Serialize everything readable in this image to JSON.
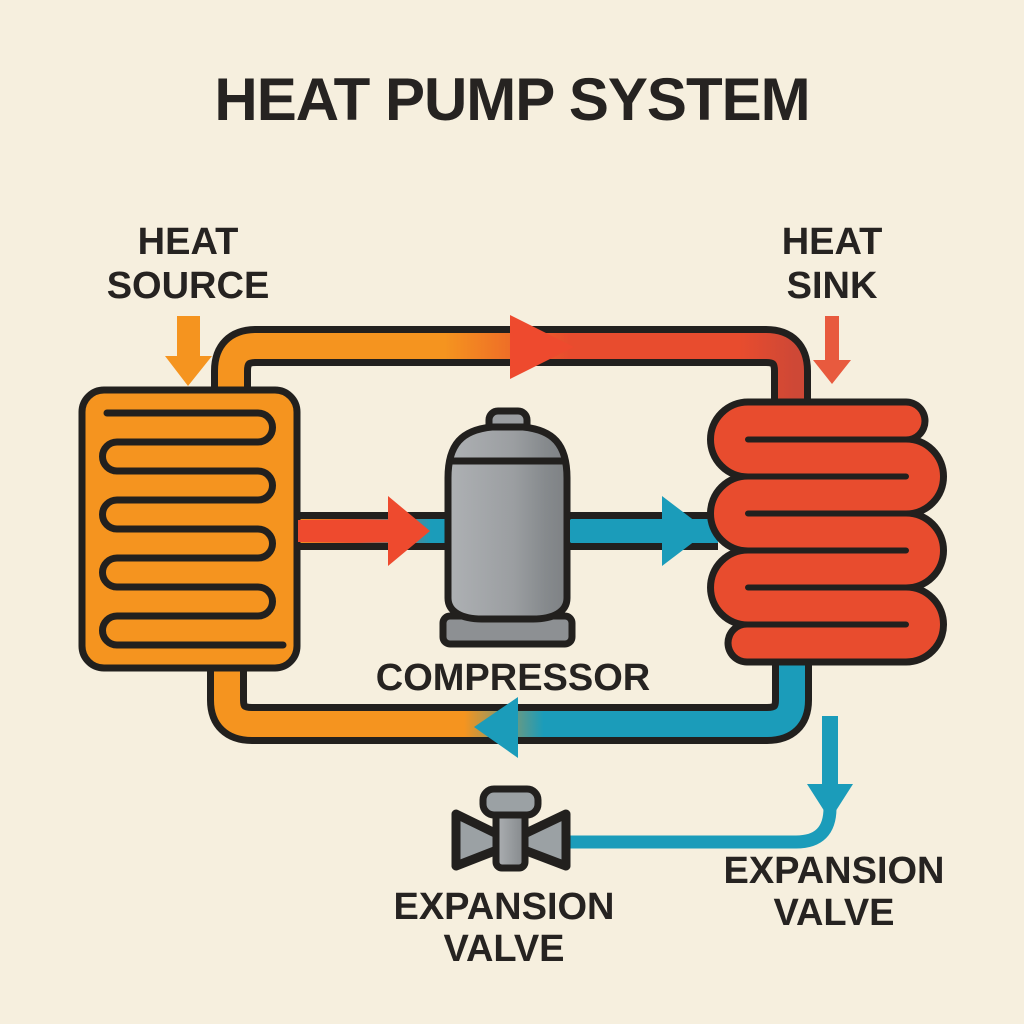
{
  "title": "HEAT PUMP SYSTEM",
  "labels": {
    "heat_source": {
      "line1": "HEAT",
      "line2": "SOURCE"
    },
    "heat_sink": {
      "line1": "HEAT",
      "line2": "SINK"
    },
    "compressor": "COMPRESSOR",
    "expansion_valve_bottom": {
      "line1": "EXPANSION",
      "line2": "VALVE"
    },
    "expansion_valve_right": {
      "line1": "EXPANSION",
      "line2": "VALVE"
    }
  },
  "icons": {
    "left_coil": "heat-source-coil-icon",
    "right_coil": "heat-sink-coil-icon",
    "compressor": "compressor-tank-icon",
    "expansion_valve": "expansion-valve-icon",
    "flow_arrows": [
      "top-flow-arrow-right",
      "middle-flow-arrow-right-red",
      "middle-flow-arrow-right-teal",
      "bottom-flow-arrow-left",
      "expansion-line-arrow-down"
    ],
    "heat_arrows": [
      "heat-source-arrow-down",
      "heat-sink-arrow-down"
    ]
  },
  "colors": {
    "background": "#f6efde",
    "ink": "#262321",
    "outline": "#22201e",
    "orange": "#f5941f",
    "red": "#e84c2e",
    "red_arrow": "#ee4a2e",
    "dark_red": "#ce4836",
    "teal": "#1b9cba",
    "gray": "#9b9ea1"
  }
}
